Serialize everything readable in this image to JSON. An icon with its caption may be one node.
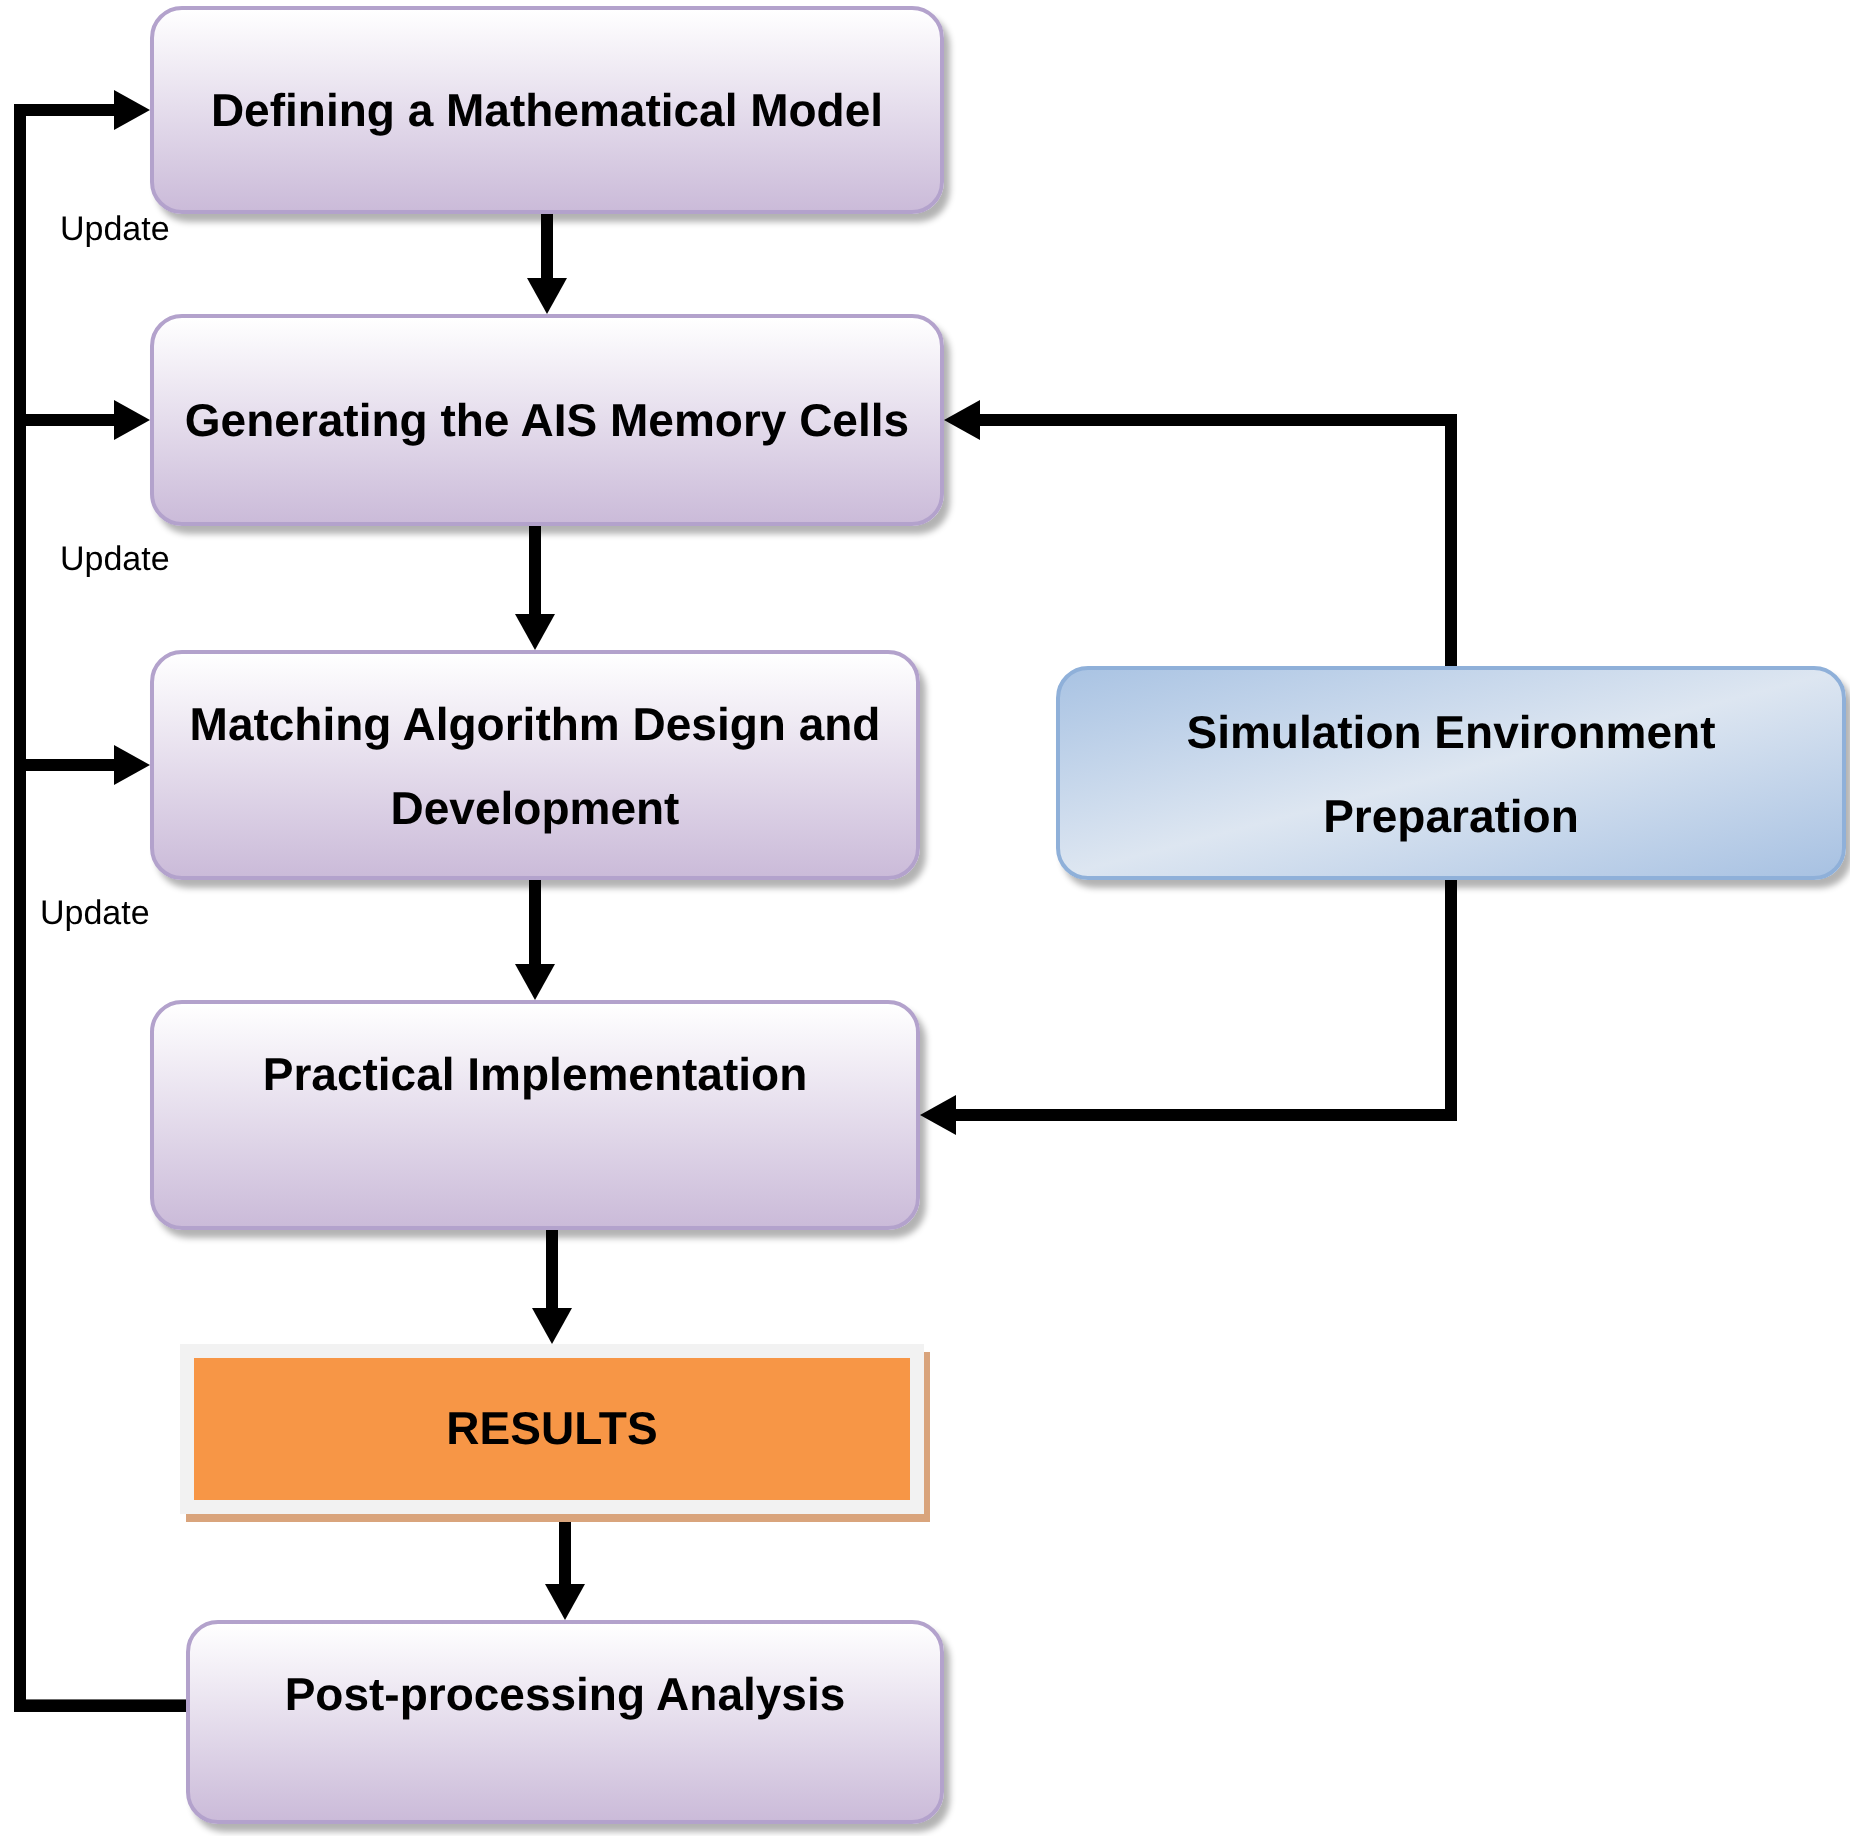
{
  "diagram": {
    "nodes": [
      {
        "text": [
          "Defining a Mathematical Model"
        ]
      },
      {
        "text": [
          "Generating the AIS Memory Cells"
        ]
      },
      {
        "text": [
          "Matching Algorithm Design and Development"
        ]
      },
      {
        "text": [
          "Practical Implementation"
        ]
      },
      {
        "text": [
          "RESULTS"
        ]
      },
      {
        "text": [
          "Post-processing Analysis"
        ]
      },
      {
        "text": [
          "Simulation Environment Preparation"
        ]
      }
    ],
    "edges": [
      {
        "from": 0,
        "to": 1,
        "arrow": "to"
      },
      {
        "from": 1,
        "to": 2,
        "arrow": "to"
      },
      {
        "from": 2,
        "to": 3,
        "arrow": "to"
      },
      {
        "from": 3,
        "to": 4,
        "arrow": "to"
      },
      {
        "from": 4,
        "to": 5,
        "arrow": "to"
      },
      {
        "from": 6,
        "to": 1,
        "arrow": "to"
      },
      {
        "from": 6,
        "to": 3,
        "arrow": "to"
      },
      {
        "from": 5,
        "to": 0,
        "arrow": "to"
      },
      {
        "from": 5,
        "to": 1,
        "arrow": "to"
      },
      {
        "from": 5,
        "to": 2,
        "arrow": "to"
      }
    ],
    "labels": [
      "Update",
      "Update",
      "Update"
    ]
  }
}
